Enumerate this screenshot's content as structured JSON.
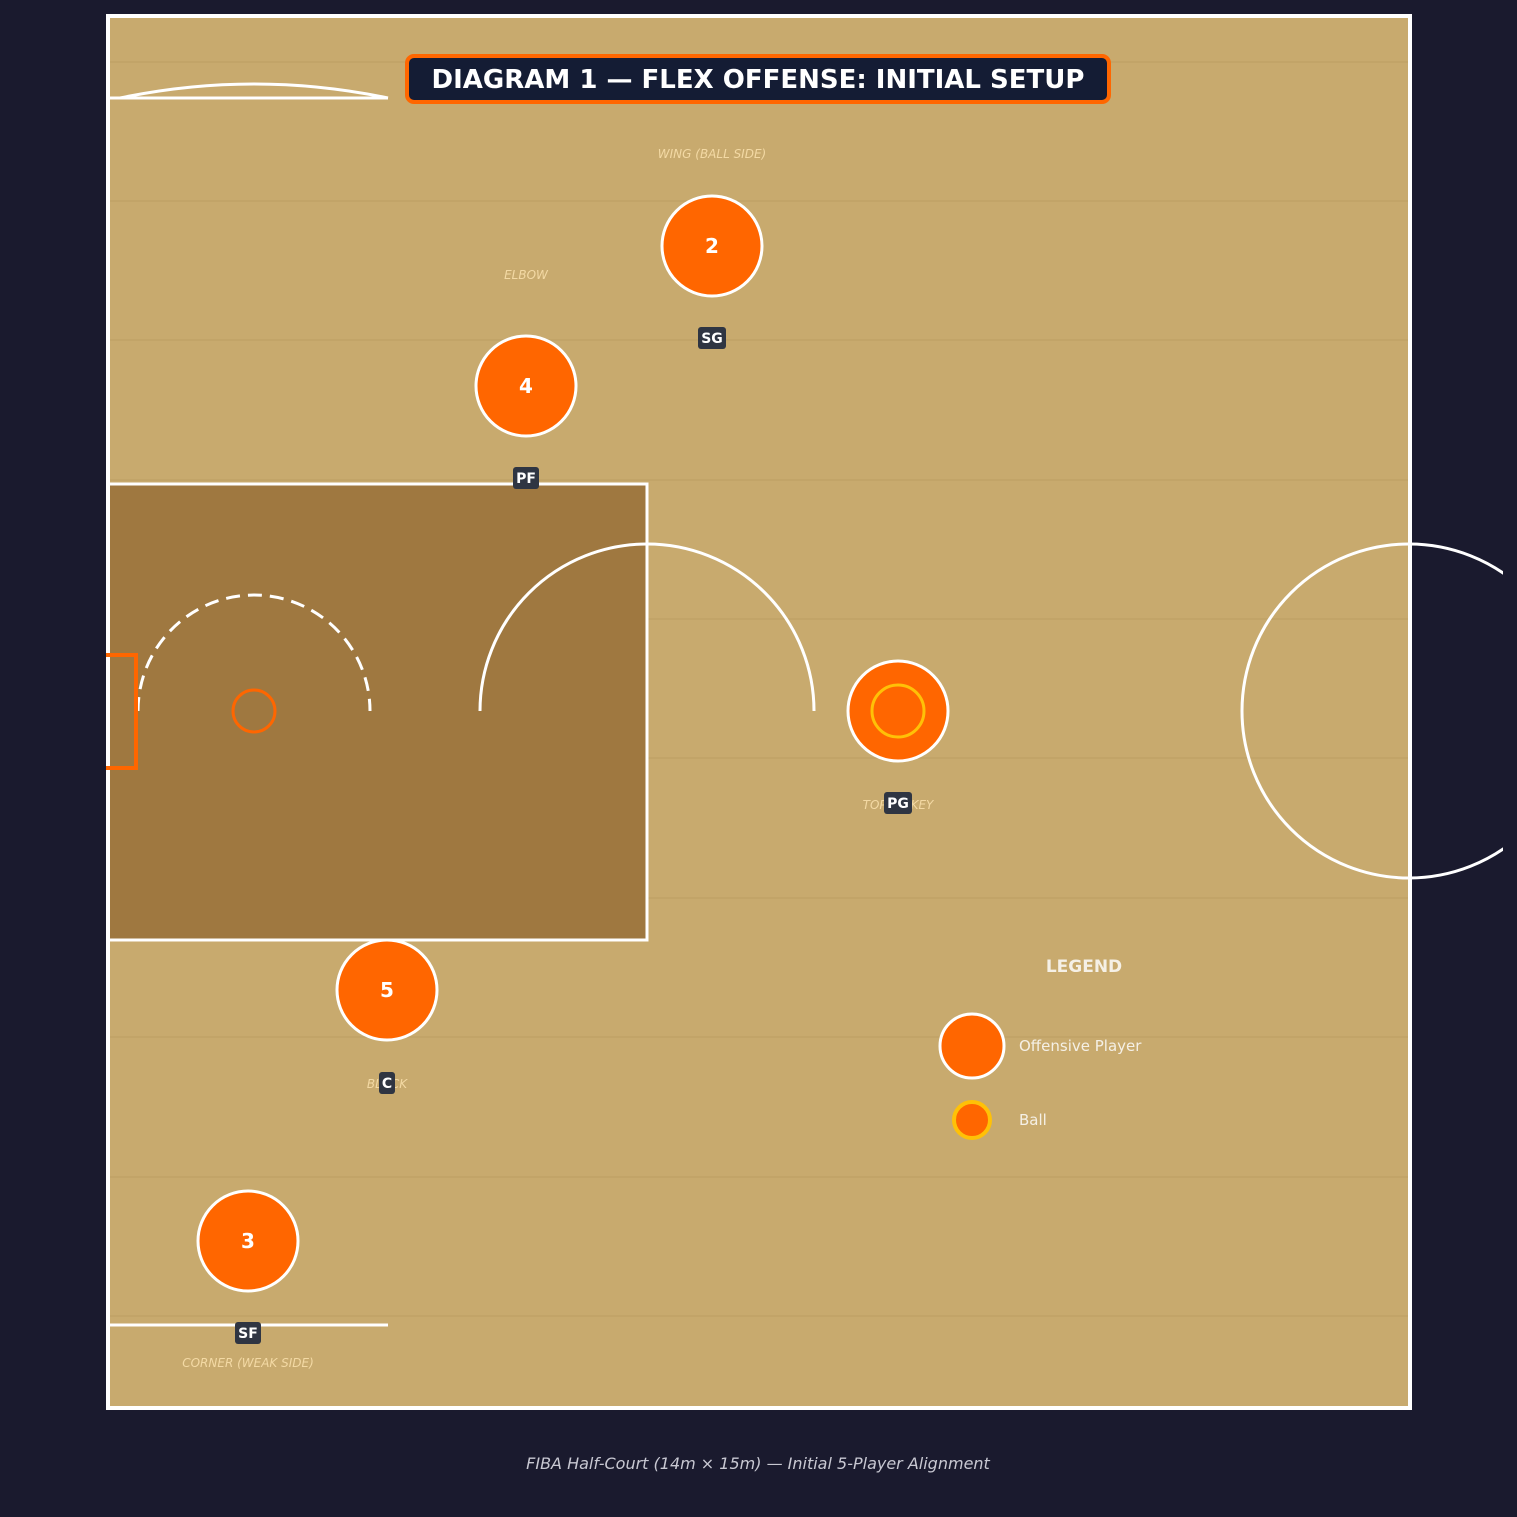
{
  "title": "DIAGRAM 1 — FLEX OFFENSE: INITIAL SETUP",
  "caption": "FIBA Half-Court (14m × 15m) — Initial 5-Player Alignment",
  "colors": {
    "background": "#1a1a2e",
    "floor": "#c8aa6e",
    "paint": "#9f7840",
    "lines": "#ffffff",
    "player": "#ff6600",
    "ball": "#ffc107",
    "badge": "#2f3542",
    "title_bg": "#141c34"
  },
  "zones": {
    "wing": "WING (BALL SIDE)",
    "elbow": "ELBOW",
    "top": "TOP OF KEY",
    "block": "BLOCK",
    "corner": "CORNER (WEAK SIDE)"
  },
  "players": [
    {
      "number": "2",
      "position": "SG"
    },
    {
      "number": "4",
      "position": "PF"
    },
    {
      "number": "",
      "position": "PG",
      "has_ball": true
    },
    {
      "number": "5",
      "position": "C"
    },
    {
      "number": "3",
      "position": "SF"
    }
  ],
  "legend": {
    "title": "LEGEND",
    "offensive_player": "Offensive Player",
    "ball": "Ball"
  }
}
